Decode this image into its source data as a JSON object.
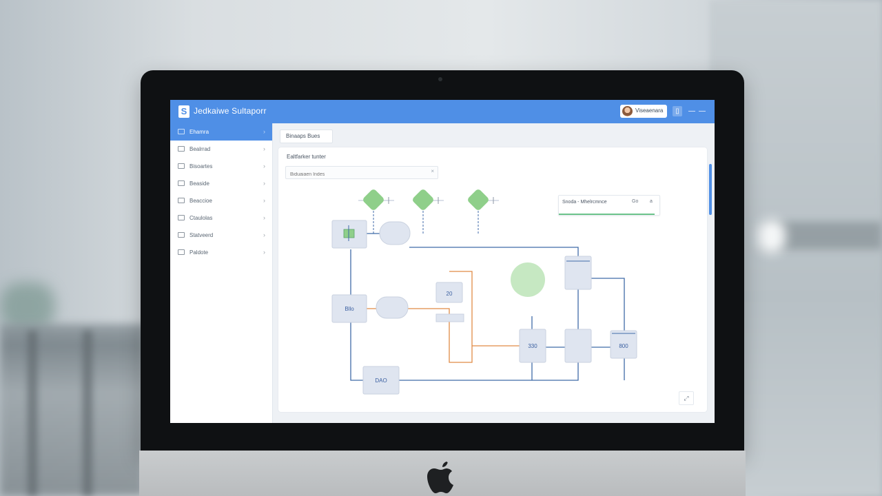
{
  "app": {
    "title": "Jedkaiwe Sultaporr",
    "logo_letter": "S",
    "user_name": "Viseaenara"
  },
  "sidebar": {
    "items": [
      {
        "label": "Ehamra"
      },
      {
        "label": "Bealrrad"
      },
      {
        "label": "Bisoartes"
      },
      {
        "label": "Beaside"
      },
      {
        "label": "Beaccioe"
      },
      {
        "label": "Ctaulolas"
      },
      {
        "label": "Statveerd"
      },
      {
        "label": "Paldote"
      }
    ]
  },
  "main": {
    "tab_label": "Binaaps Bues",
    "panel_title": "Ealtfarker tunter",
    "search": {
      "value": "",
      "placeholder": "Biduaiaen Indes"
    },
    "info_card": {
      "label": "Snoda - Mhelrcmnce",
      "icon_a": "Go",
      "icon_b": "a",
      "progress_fraction": 0.95
    }
  },
  "diagram": {
    "node_labels": {
      "n1": "20",
      "n2": "Bllo",
      "n3": "DAO",
      "n4": "330",
      "n5": "800"
    },
    "colors": {
      "line_blue": "#3f6aa8",
      "line_orange": "#e08a45",
      "node_fill": "#dfe5f0",
      "node_stroke": "#c9d1df",
      "green": "#8fcf8a",
      "green_light": "#c6e8c2"
    }
  },
  "colors": {
    "accent": "#4f8fe6",
    "sidebar_active": "#4f8fe6"
  }
}
